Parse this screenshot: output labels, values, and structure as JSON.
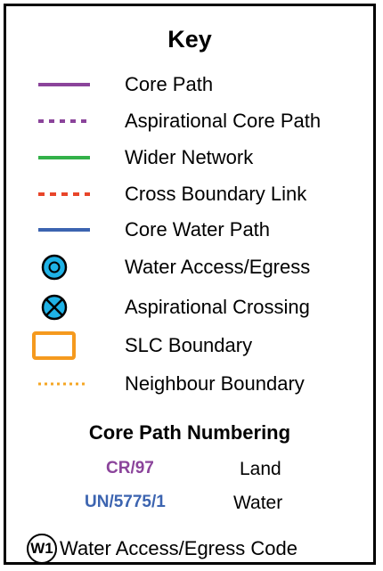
{
  "key": {
    "title": "Key",
    "items": [
      {
        "label": "Core Path",
        "symbol": "solid-line",
        "color": "#8b449b"
      },
      {
        "label": "Aspirational Core Path",
        "symbol": "dashed-line",
        "color": "#8b449b"
      },
      {
        "label": "Wider Network",
        "symbol": "solid-line",
        "color": "#33b149"
      },
      {
        "label": "Cross Boundary Link",
        "symbol": "dashed-line",
        "color": "#e8452a"
      },
      {
        "label": "Core Water Path",
        "symbol": "solid-line",
        "color": "#3c64b0"
      },
      {
        "label": "Water Access/Egress",
        "symbol": "target-circle-icon",
        "color": "#1fb2e6"
      },
      {
        "label": "Aspirational Crossing",
        "symbol": "crossed-circle-icon",
        "color": "#1fb2e6"
      },
      {
        "label": "SLC Boundary",
        "symbol": "rectangle-outline",
        "color": "#f59a1e"
      },
      {
        "label": "Neighbour Boundary",
        "symbol": "dotted-line",
        "color": "#f5a623"
      }
    ],
    "numbering": {
      "title": "Core Path Numbering",
      "rows": [
        {
          "code": "CR/97",
          "code_color": "#8b449b",
          "label": "Land"
        },
        {
          "code": "UN/5775/1",
          "code_color": "#3c64b0",
          "label": "Water"
        }
      ]
    },
    "water_code": {
      "badge": "W1",
      "label": "Water Access/Egress Code"
    }
  }
}
